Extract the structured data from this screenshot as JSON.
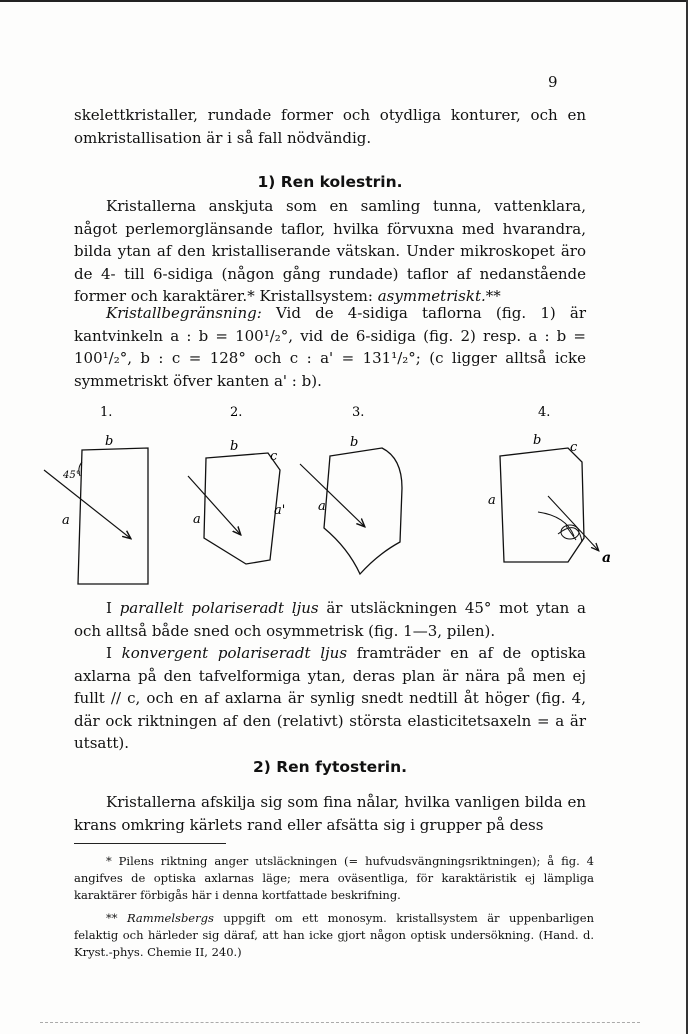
{
  "page_number": "9",
  "intro": "skelettkristaller, rundade former och otydliga konturer, och en omkristallisation är i så fall nödvändig.",
  "section1": {
    "title": "1) Ren kolestrin.",
    "p1": "Kristallerna anskjuta som en samling tunna, vattenklara, något perlemorglänsande taflor, hvilka förvuxna med hvarandra, bilda ytan af den kristalliserande vätskan. Under mikroskopet äro de 4- till 6-sidiga (någon gång rundade) taflor af nedanstående former och karaktärer.* Kristallsystem:",
    "p1_emph": "asymmetriskt.**",
    "p2_emph": "Kristallbegränsning:",
    "p2": "Vid de 4-sidiga taflorna (fig. 1) är kantvinkeln a : b = 100¹/₂°, vid de 6-sidiga (fig. 2) resp. a : b = 100¹/₂°, b : c = 128° och c : a' = 131¹/₂°; (c ligger alltså icke symmetriskt öfver kanten a' : b).",
    "fig_labels": [
      "1.",
      "2.",
      "3.",
      "4."
    ],
    "fig_letters": {
      "a": "a",
      "b": "b",
      "c": "c",
      "a_prime": "a'",
      "angle": "45°",
      "axis": "a"
    },
    "p3_lead": "I",
    "p3_emph": "parallelt polariseradt ljus",
    "p3": "är utsläckningen 45° mot ytan a och alltså både sned och osymmetrisk (fig. 1—3, pilen).",
    "p4_lead": "I",
    "p4_emph": "konvergent polariseradt ljus",
    "p4": "framträder en af de optiska axlarna på den tafvelformiga ytan, deras plan är nära på men ej fullt // c, och en af axlarna är synlig snedt nedtill åt höger (fig. 4, där ock riktningen af den (relativt) största elasticitetsaxeln = a är utsatt)."
  },
  "section2": {
    "title": "2) Ren fytosterin.",
    "p1": "Kristallerna afskilja sig som fina nålar, hvilka vanligen bilda en krans omkring kärlets rand eller afsätta sig i grupper på dess"
  },
  "footnotes": {
    "f1": "* Pilens riktning anger utsläckningen (= hufvudsvängningsriktningen); å fig. 4 angifves de optiska axlarnas läge; mera oväsentliga, för karaktäristik ej lämpliga karaktärer förbigås här i denna kortfattade beskrifning.",
    "f2_lead": "** ",
    "f2_emph": "Rammelsbergs",
    "f2": "uppgift om ett monosym. kristallsystem är uppenbarligen felaktig och härleder sig däraf, att han icke gjort någon optisk undersökning. (Hand. d. Kryst.-phys. Chemie II, 240.)"
  }
}
